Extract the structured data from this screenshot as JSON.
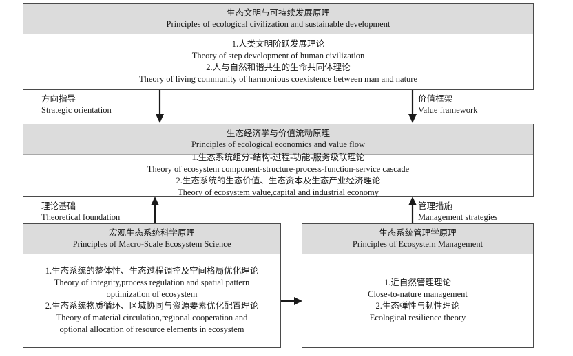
{
  "diagram": {
    "title": "Principles framework of ecological civilization and ecosystem science",
    "colors": {
      "header_band": "#dcdcdc",
      "border": "#4a4a4a",
      "text": "#1a1a1a",
      "background": "#ffffff"
    }
  },
  "boxes": {
    "top": {
      "name": "principles-of-ecological-civilization",
      "header_cn": "生态文明与可持续发展原理",
      "header_en": "Principles of ecological civilization and sustainable development",
      "lines": [
        {
          "cn": "1.人类文明阶跃发展理论",
          "en": "Theory of step development of human civilization"
        },
        {
          "cn": "2.人与自然和谐共生的生命共同体理论",
          "en": "Theory of living community of harmonious coexistence between man and nature"
        }
      ]
    },
    "economics": {
      "name": "principles-of-ecological-economics",
      "header_cn": "生态经济学与价值流动原理",
      "header_en": "Principles of ecological economics and value flow",
      "lines": [
        {
          "cn": "1.生态系统组分-结构-过程-功能-服务级联理论",
          "en": "Theory of ecosystem component-structure-process-function-service cascade"
        },
        {
          "cn": "2.生态系统的生态价值、生态资本及生态产业经济理论",
          "en": "Theory of ecosystem value,capital and industrial economy"
        }
      ]
    },
    "macro": {
      "name": "principles-of-macro-scale-ecosystem-science",
      "header_cn": "宏观生态系统科学原理",
      "header_en": "Principles of Macro-Scale Ecosystem Science",
      "lines": [
        {
          "cn": "1.生态系统的整体性、生态过程调控及空间格局优化理论",
          "en_1": "Theory of integrity,process regulation and spatial pattern",
          "en_2": "optimization of ecosystem"
        },
        {
          "cn": "2.生态系统物质循环、区域协同与资源要素优化配置理论",
          "en_1": "Theory of material circulation,regional cooperation and",
          "en_2": "optional allocation of resource elements in ecosystem"
        }
      ]
    },
    "management": {
      "name": "principles-of-ecosystem-management",
      "header_cn": "生态系统管理学原理",
      "header_en": "Principles of Ecosystem Management",
      "lines": [
        {
          "cn": "1.近自然管理理论",
          "en": "Close-to-nature management"
        },
        {
          "cn": "2.生态弹性与韧性理论",
          "en": "Ecological resilience theory"
        }
      ]
    }
  },
  "arrows": [
    {
      "name": "arrow-top-to-economics-left",
      "direction": "down",
      "label_cn": "方向指导",
      "label_en": "Strategic orientation"
    },
    {
      "name": "arrow-top-to-economics-right",
      "direction": "down",
      "label_cn": "价值框架",
      "label_en": "Value framework"
    },
    {
      "name": "arrow-macro-to-economics",
      "direction": "up",
      "label_cn": "理论基础",
      "label_en": "Theoretical foundation"
    },
    {
      "name": "arrow-management-to-economics",
      "direction": "up",
      "label_cn": "管理措施",
      "label_en": "Management strategies"
    },
    {
      "name": "arrow-macro-to-management",
      "direction": "right",
      "label_cn": "",
      "label_en": ""
    }
  ]
}
